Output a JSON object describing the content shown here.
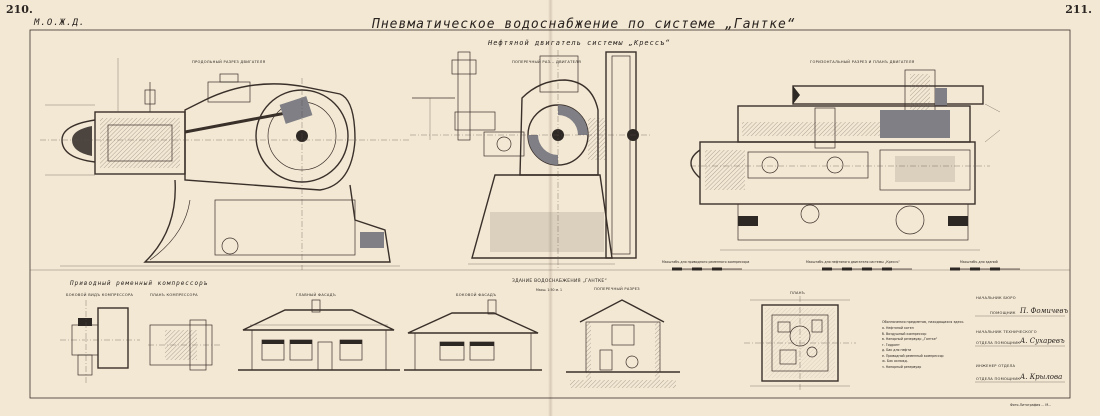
{
  "page": {
    "left_number": "210.",
    "right_number": "211.",
    "corner_label": "М.О.Ж.Д.",
    "title": "Пневматическое водоснабжение по системе „Гантке“",
    "subtitle": "Нефтяной двигатель системы „Крессъ“"
  },
  "labels": {
    "longitudinal_engine": "Продольный разрез двигателя",
    "cross_engine": "Поперечный раз... двигателя",
    "horizontal_engine": "Горизонтальный разрез и планъ двигателя",
    "compressor_title": "Приводный ременный компрессоръ",
    "compressor_side": "Боковой видъ компрессора",
    "compressor_plan": "Планъ компрессора",
    "main_facade": "Главный фасадъ",
    "side_facade": "Боковой фасадъ",
    "pump_house_title": "Здание водоснабжения „Гантке“",
    "pump_house_scale": "Масш. 1:50 м. 1",
    "cross_section": "Поперечный разрез",
    "plan": "Планъ",
    "scale_compressor": "Масштабъ для приводного ременного компрессора",
    "scale_engine": "Масштабъ для нефтяного двигателя системы „Крессъ“",
    "scale_building": "Масштабъ для зданий",
    "legend_title": "Обозначения предметов, находящихся здесь"
  },
  "legend_items": [
    "а. Нефтяной котел",
    "б. Воздушный компрессор",
    "в. Напорный резервуар „Гантке“",
    "г. Гидрант",
    "д. Бак для нефти",
    "е. Приводной ременный компрессор",
    "ж. Бак охлажд.",
    "з. Напорный резервуар"
  ],
  "signatures": [
    {
      "role": "Начальник бюро",
      "name": ""
    },
    {
      "role": "Помощник",
      "name": "П. Фомичевъ"
    },
    {
      "role": "Начальник технического",
      "name": ""
    },
    {
      "role": "отдела Помощник",
      "name": "А. Сухаревъ"
    },
    {
      "role": "Инженер отдела",
      "name": ""
    },
    {
      "role": "Отдела помощник",
      "name": "А. Крылова"
    }
  ],
  "footer": "Фото-Литография ... М..."
}
